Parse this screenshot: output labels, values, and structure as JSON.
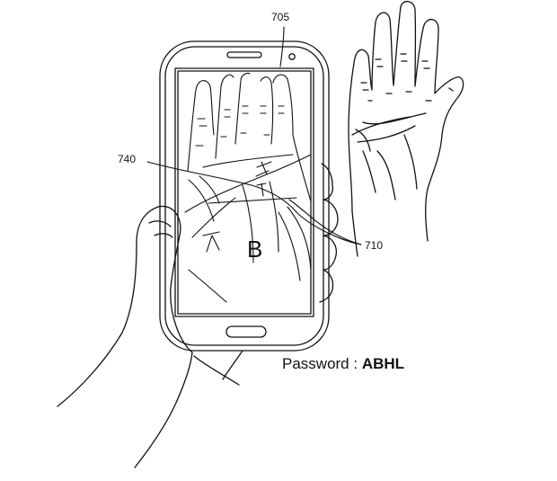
{
  "labels": {
    "phone": "705",
    "line": "740",
    "palm": "710"
  },
  "password": {
    "label": "Password : ",
    "value": "ABHL"
  },
  "palm_letters": {
    "b": "B"
  }
}
